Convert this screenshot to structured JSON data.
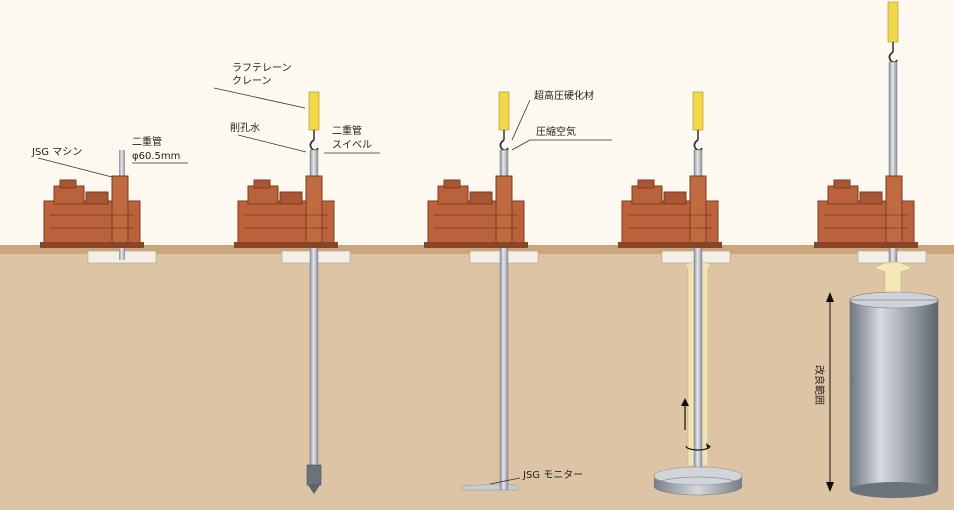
{
  "colors": {
    "sky": "#fdf9f1",
    "ground": "#dcc4a4",
    "surface_crust": "#c9a67c",
    "machine": "#b9623c",
    "machine_dark": "#7e3a20",
    "pipe": "#b8bcc4",
    "column": "#8f969e",
    "crane_wire": "#f0d84a",
    "arrow": "#111111"
  },
  "labels": {
    "jsg_machine": "JSG マシン",
    "double_pipe_line1": "二重管",
    "double_pipe_line2": "φ60.5mm",
    "luffing_crane_line1": "ラフテレーン",
    "luffing_crane_line2": "クレーン",
    "drilling_water": "削孔水",
    "double_swivel_line1": "二重管",
    "double_swivel_line2": "スイベル",
    "ultra_high_pressure": "超高圧硬化材",
    "compressed_air": "圧縮空気",
    "jsg_monitor": "JSG モニター",
    "improvement_range": "改良範囲"
  },
  "icons": {
    "hook": "crane-hook-icon",
    "rotation": "rotation-arrow-icon",
    "up_arrow": "up-arrow-icon"
  }
}
